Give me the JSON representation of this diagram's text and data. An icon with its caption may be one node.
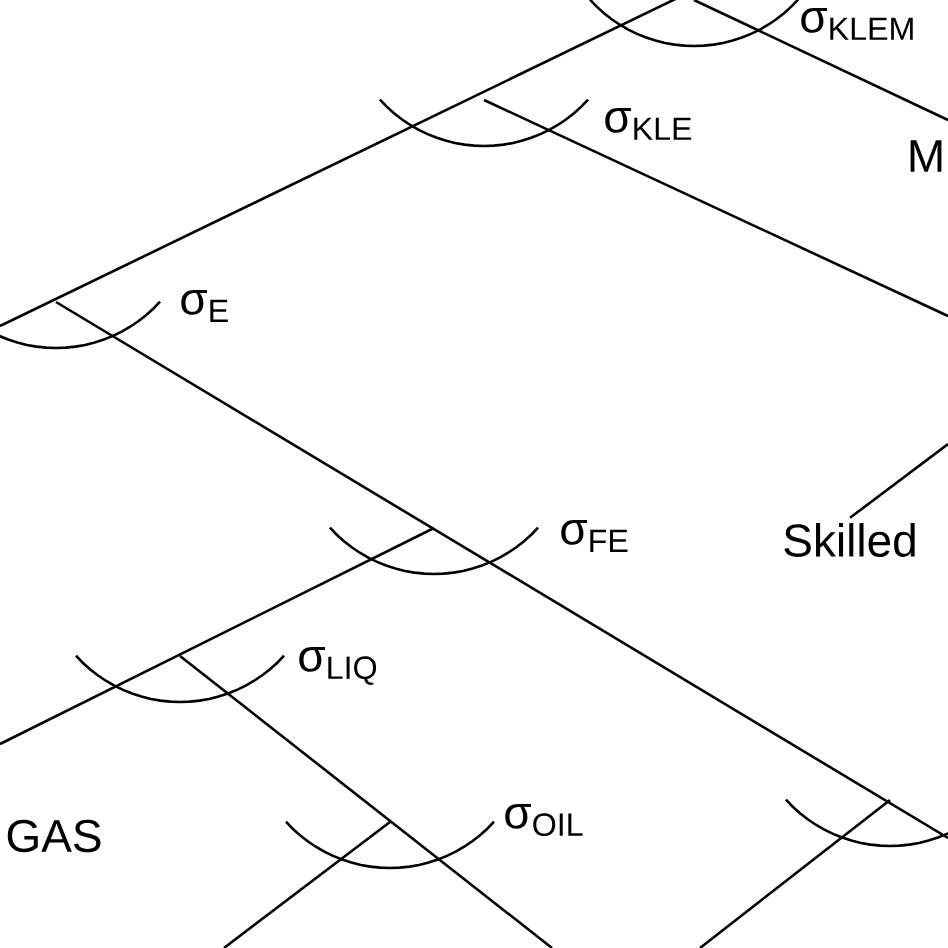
{
  "diagram": {
    "nodes": [
      {
        "text": [
          "M"
        ]
      },
      {
        "text": [
          "Skilled"
        ]
      },
      {
        "text": [
          "GAS"
        ]
      }
    ],
    "edges": [
      {
        "from": null,
        "to": 1,
        "arrow": "none"
      }
    ],
    "labels": [
      "σ$_{KLEM}$",
      "σ$_{KLE}$",
      "σ$_{E}$",
      "σ$_{FE}$",
      "σ$_{LIQ}$",
      "σ$_{OIL}$"
    ]
  }
}
